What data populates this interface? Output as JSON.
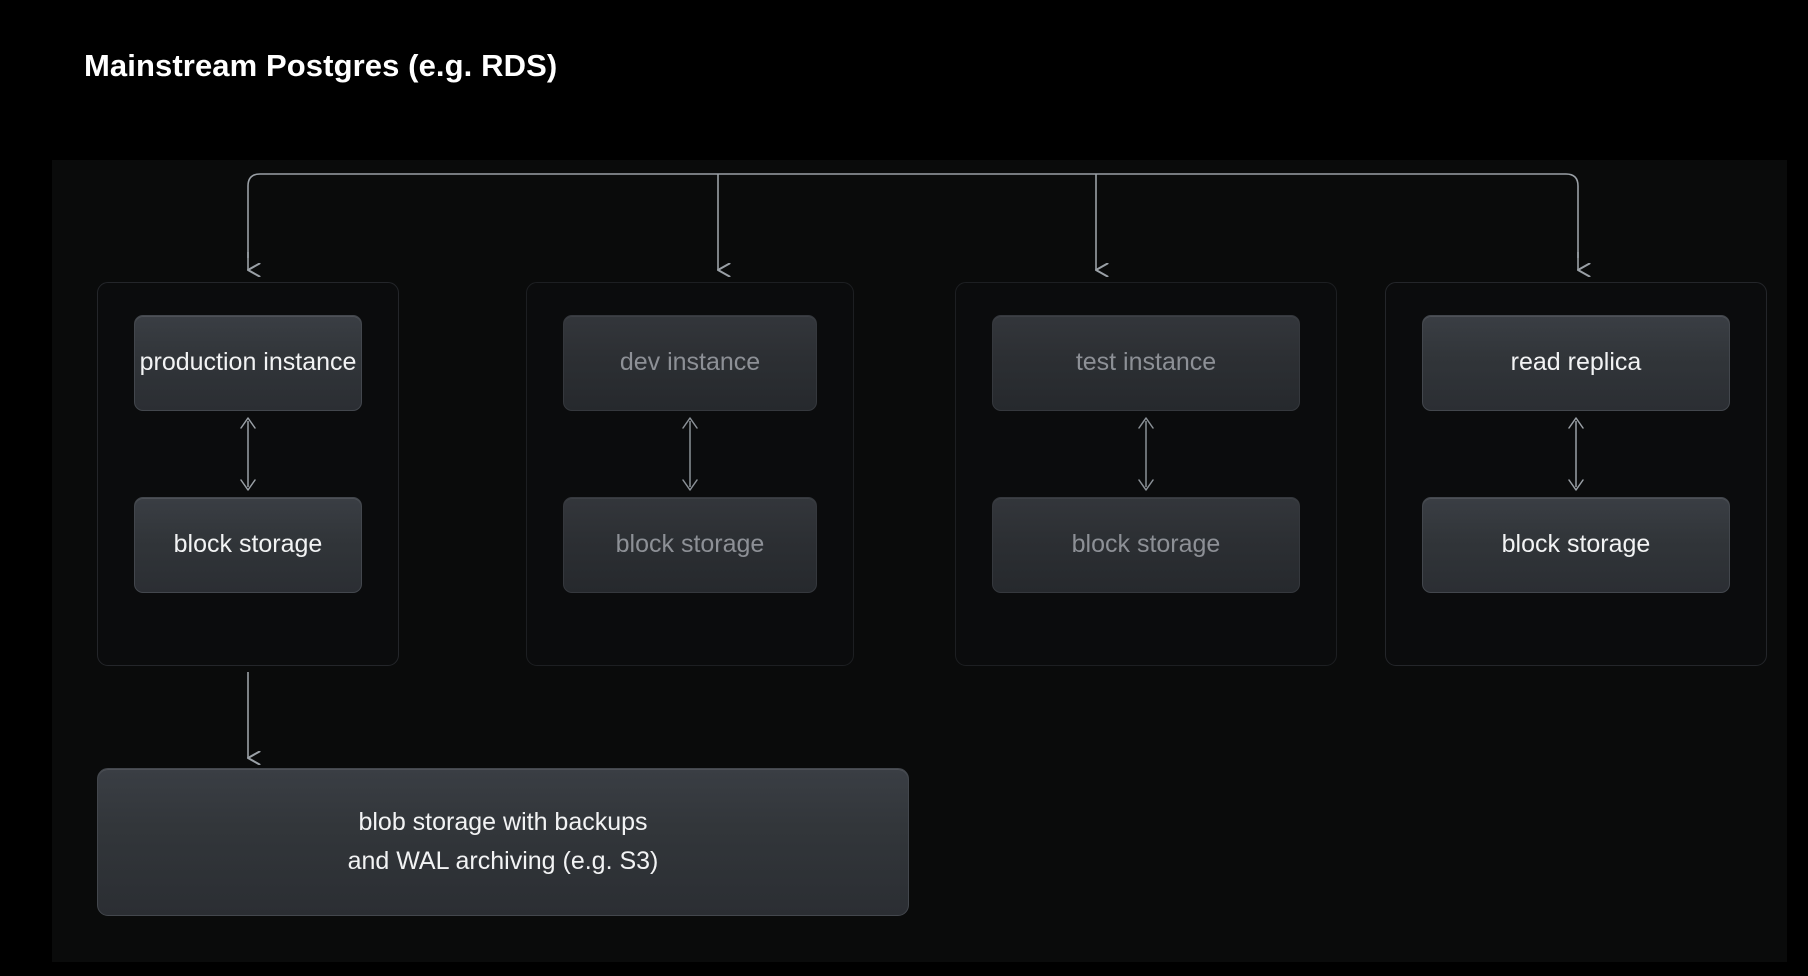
{
  "title": "Mainstream Postgres (e.g. RDS)",
  "diagram": {
    "columns": [
      {
        "id": "production",
        "instance": "production instance",
        "storage": "block storage",
        "state": "active"
      },
      {
        "id": "dev",
        "instance": "dev instance",
        "storage": "block storage",
        "state": "dimmed"
      },
      {
        "id": "test",
        "instance": "test instance",
        "storage": "block storage",
        "state": "dimmed"
      },
      {
        "id": "replica",
        "instance": "read replica",
        "storage": "block storage",
        "state": "active"
      }
    ],
    "blob_storage": {
      "line1": "blob storage with backups",
      "line2": "and WAL archiving (e.g. S3)"
    }
  },
  "colors": {
    "background": "#000000",
    "panel": "#0a0b0b",
    "node_fill_top": "#3a3e44",
    "node_fill_bottom": "#2b2e33",
    "node_border": "#43474d",
    "text_active": "#f2f3f4",
    "text_dimmed": "#8d9096",
    "connector": "#9aa0a6"
  }
}
